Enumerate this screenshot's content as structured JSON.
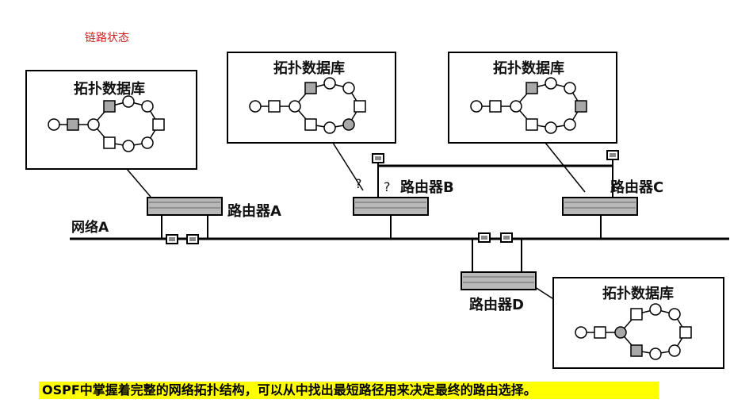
{
  "heading": "链路状态",
  "network_label": "网络A",
  "routers": [
    {
      "name": "路由器A"
    },
    {
      "name": "路由器B"
    },
    {
      "name": "路由器C"
    },
    {
      "name": "路由器D"
    }
  ],
  "databases": [
    {
      "title": "拓扑数据库"
    },
    {
      "title": "拓扑数据库"
    },
    {
      "title": "拓扑数据库"
    },
    {
      "title": "拓扑数据库"
    }
  ],
  "stray_marks": [
    "?",
    "?"
  ],
  "caption": "OSPF中掌握着完整的网络拓扑结构，可以从中找出最短路径用来决定最终的路由选择。",
  "colors": {
    "highlight": "#ffff00",
    "heading": "#cc2222",
    "line": "#000000",
    "router_fill": "#b8b8b8"
  }
}
